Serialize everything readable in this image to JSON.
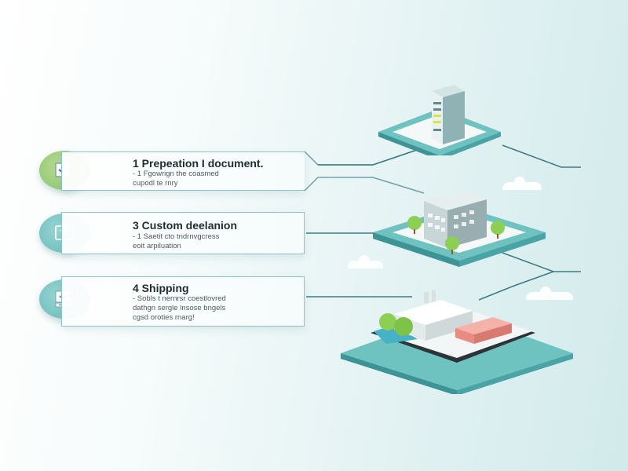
{
  "diagram": {
    "type": "process-flow-infographic",
    "accent_colors": {
      "teal": "#5fb8b6",
      "teal_dark": "#3d8f92",
      "green": "#84c06a",
      "line": "#3d7d80",
      "card_border": "#8fc4c6",
      "container_red": "#e88c83"
    },
    "steps": [
      {
        "title": "1 Prepeation I document.",
        "description_lines": [
          "- 1 Fgowrign the coasmed",
          "cupodl te rnry"
        ],
        "icon": "checkbox-document-icon",
        "icon_color": "#84c06a",
        "illustration": "server-rack-platform"
      },
      {
        "title": "3 Custom deelanion",
        "description_lines": [
          "- 1 Saetit cto tndrnvgcress",
          "eoit arpiluation"
        ],
        "icon": "monitor-check-icon",
        "icon_color": "#5fb8b6",
        "illustration": "office-building-platform"
      },
      {
        "title": "4 Shipping",
        "description_lines": [
          "- Sobls t nernrsr coestlovred",
          "dathgn sergle lnsose bngels",
          "cgsd oroties rnarg!"
        ],
        "icon": "shipping-printer-icon",
        "icon_color": "#5fb8b6",
        "illustration": "cargo-ship-platform"
      }
    ]
  }
}
